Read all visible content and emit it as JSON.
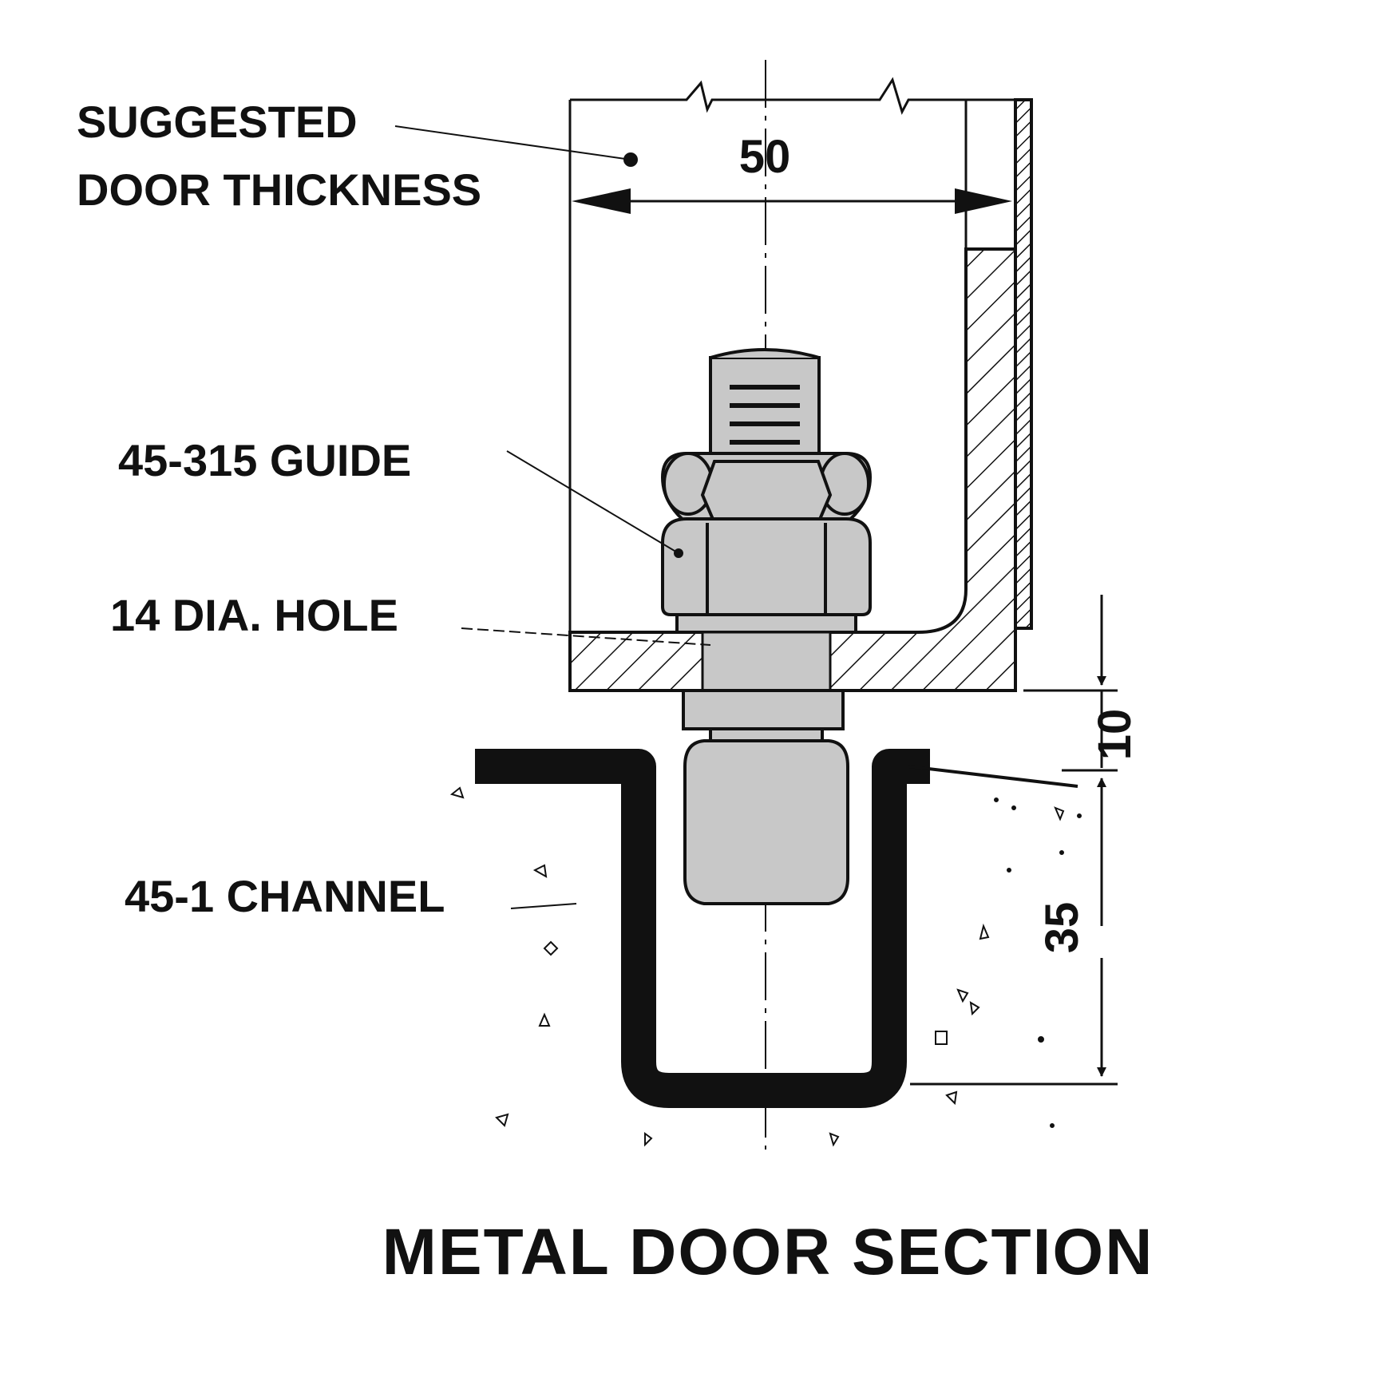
{
  "labels": {
    "door_thickness_line1": "SUGGESTED",
    "door_thickness_line2": "DOOR THICKNESS",
    "guide": "45-315 GUIDE",
    "hole": "14 DIA. HOLE",
    "channel": "45-1 CHANNEL",
    "title": "METAL DOOR SECTION"
  },
  "dimensions": {
    "door_width": "50",
    "gap": "10",
    "channel_depth": "35"
  },
  "colors": {
    "ink": "#111111",
    "part_fill": "#c8c8c8",
    "background": "#ffffff"
  }
}
